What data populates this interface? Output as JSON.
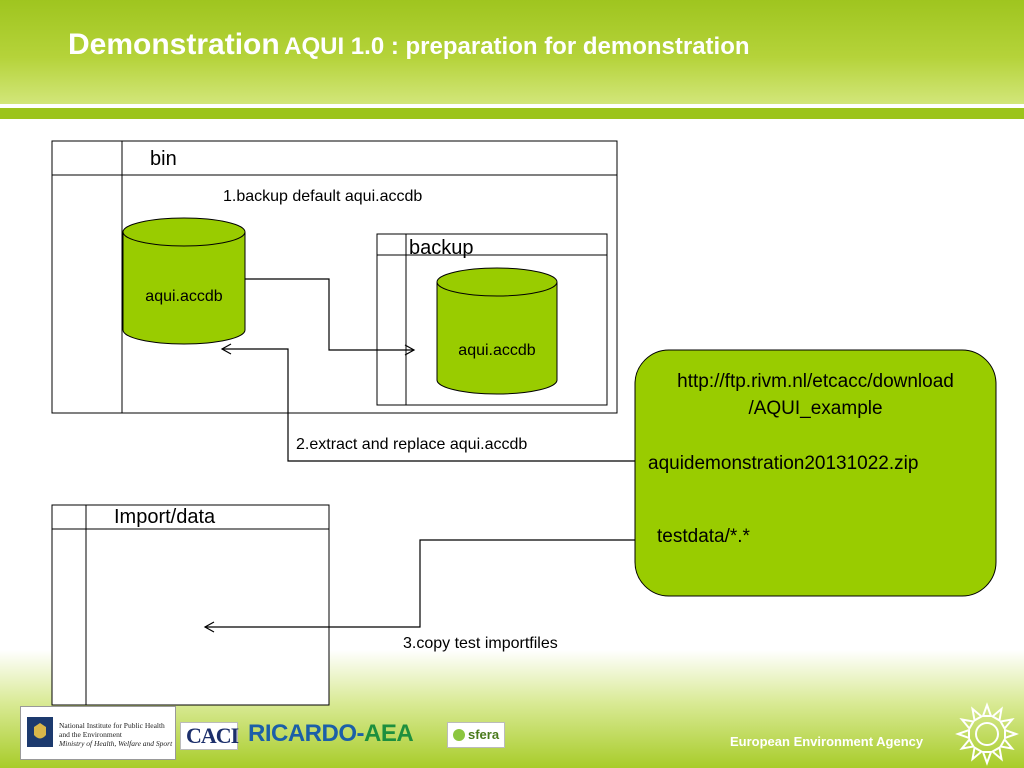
{
  "slide": {
    "title_main": "Demonstration",
    "title_sub": "AQUI 1.0 : preparation for demonstration"
  },
  "diagram": {
    "bin_folder_label": "bin",
    "backup_folder_label": "backup",
    "import_folder_label": "Import/data",
    "db_source_label": "aqui.accdb",
    "db_backup_label": "aqui.accdb",
    "step1_label": "1.backup default aqui.accdb",
    "step2_label": "2.extract and replace aqui.accdb",
    "step3_label": "3.copy test importfiles",
    "ftp_url_line1": "http://ftp.rivm.nl/etcacc/download",
    "ftp_url_line2": "/AQUI_example",
    "ftp_zip": "aquidemonstration20131022.zip",
    "ftp_testdata": "testdata/*.*"
  },
  "footer": {
    "rivm_line1": "National Institute for Public Health",
    "rivm_line2": "and the Environment",
    "rivm_line3": "Ministry of Health, Welfare and Sport",
    "caci_logo": "CACI",
    "ricardo_logo_part1": "RICARDO-",
    "ricardo_logo_part2": "AEA",
    "sfera_logo": "sfera",
    "agency": "European Environment Agency"
  },
  "colors": {
    "accent_green": "#9cc41b",
    "shape_green": "#99cc00",
    "outline": "#000000"
  }
}
